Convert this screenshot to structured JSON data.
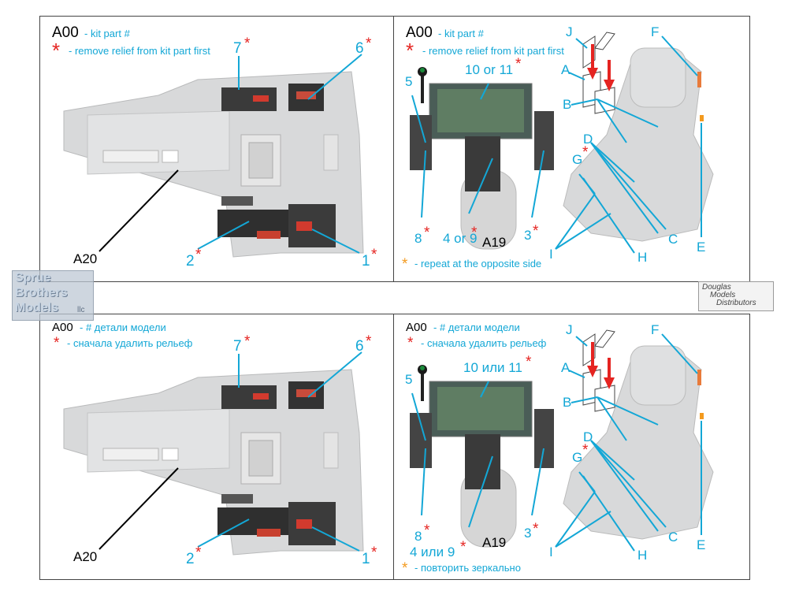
{
  "colors": {
    "cyan": "#13a7d6",
    "red": "#e52421",
    "orange": "#f39a1f",
    "part_gray": "#d8d9da"
  },
  "legend": {
    "code": "A00",
    "en_kit": "- kit part #",
    "en_remove": "- remove relief from kit part first",
    "en_repeat": "- repeat at the opposite side",
    "ru_kit": "- # детали модели",
    "ru_remove": "- сначала удалить рельеф",
    "ru_repeat": "- повторить зеркально",
    "star": "*"
  },
  "tub": {
    "n7": "7",
    "n6": "6",
    "n2": "2",
    "n1": "1",
    "part": "A20"
  },
  "panel": {
    "n5": "5",
    "n8": "8",
    "n3": "3",
    "part": "A19",
    "en_1011": "10 or 11",
    "en_49": "4 or 9",
    "ru_1011": "10 или 11",
    "ru_49": "4 или 9"
  },
  "belts": {
    "J": "J",
    "A": "A",
    "B": "B",
    "D": "D",
    "G": "G",
    "C": "C",
    "H": "H",
    "I": "I",
    "F": "F",
    "E": "E"
  },
  "logos": {
    "sbm": [
      "Sprue",
      "Brothers",
      "Models"
    ],
    "sbm_suffix": "llc",
    "dmd": [
      "Douglas",
      "Models",
      "Distributors"
    ]
  }
}
